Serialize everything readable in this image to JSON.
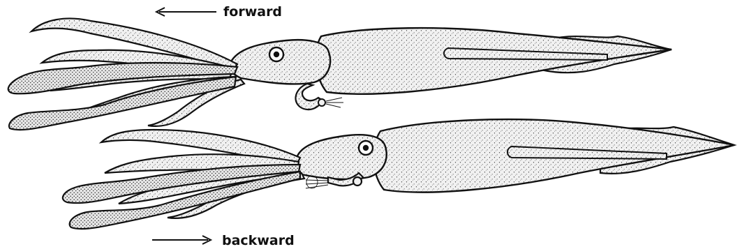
{
  "labels": {
    "forward": "forward",
    "backward": "backward"
  },
  "colors": {
    "ink": "#111111",
    "body_fill": "#f1f1f1",
    "stipple": "#3a3a3a"
  },
  "figures": [
    {
      "name": "squid-forward",
      "direction": "forward"
    },
    {
      "name": "squid-backward",
      "direction": "backward"
    }
  ]
}
